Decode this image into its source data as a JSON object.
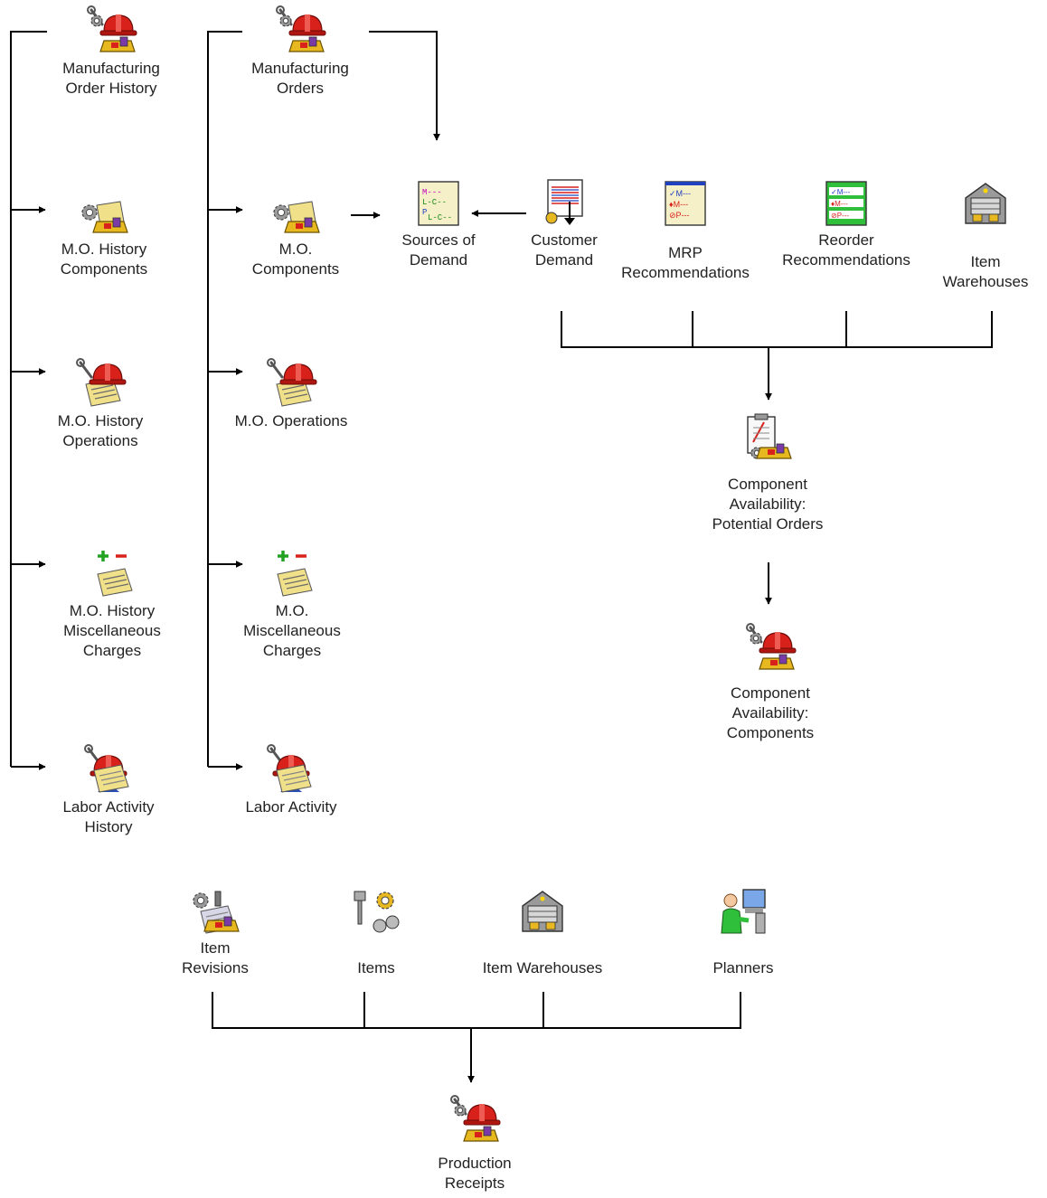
{
  "nodes": {
    "mo_history": {
      "label": "Manufacturing\nOrder History",
      "icon": "work-order-hardhat-icon"
    },
    "mo_hist_components": {
      "label": "M.O. History\nComponents",
      "icon": "components-gear-icon"
    },
    "mo_hist_operations": {
      "label": "M.O. History\nOperations",
      "icon": "operations-hardhat-icon"
    },
    "mo_hist_misc": {
      "label": "M.O.  History\nMiscellaneous\nCharges",
      "icon": "plus-minus-charges-icon"
    },
    "labor_history": {
      "label": "Labor Activity\nHistory",
      "icon": "worker-hardhat-icon"
    },
    "mo": {
      "label": "Manufacturing\nOrders",
      "icon": "work-order-hardhat-icon"
    },
    "mo_components": {
      "label": "M.O.\nComponents",
      "icon": "components-gear-icon"
    },
    "mo_operations": {
      "label": "M.O. Operations",
      "icon": "operations-hardhat-icon"
    },
    "mo_misc": {
      "label": "M.O.\nMiscellaneous\nCharges",
      "icon": "plus-minus-charges-icon"
    },
    "labor": {
      "label": "Labor Activity",
      "icon": "worker-hardhat-icon"
    },
    "sources": {
      "label": "Sources of\nDemand",
      "icon": "demand-list-icon"
    },
    "customer": {
      "label": "Customer\nDemand",
      "icon": "customer-demand-icon"
    },
    "mrp": {
      "label": "MRP\nRecommendations",
      "icon": "mrp-list-icon"
    },
    "reorder": {
      "label": "Reorder\nRecommendations",
      "icon": "reorder-list-icon"
    },
    "item_wh_top": {
      "label": "Item\nWarehouses",
      "icon": "warehouse-icon"
    },
    "comp_potential": {
      "label": "Component\nAvailability:\nPotential Orders",
      "icon": "clipboard-components-icon"
    },
    "comp_components": {
      "label": "Component\nAvailability:\nComponents",
      "icon": "work-order-hardhat-icon"
    },
    "item_revisions": {
      "label": "Item\nRevisions",
      "icon": "item-revisions-icon"
    },
    "items": {
      "label": "Items",
      "icon": "items-nuts-bolts-icon"
    },
    "item_wh_bottom": {
      "label": "Item Warehouses",
      "icon": "warehouse-icon"
    },
    "planners": {
      "label": "Planners",
      "icon": "planner-computer-icon"
    },
    "production": {
      "label": "Production\nReceipts",
      "icon": "work-order-hardhat-icon"
    }
  },
  "colors": {
    "line": "#000000",
    "text": "#222222",
    "hardhat": "#d9211b",
    "paper": "#f0e08a",
    "gold": "#e8b820"
  }
}
